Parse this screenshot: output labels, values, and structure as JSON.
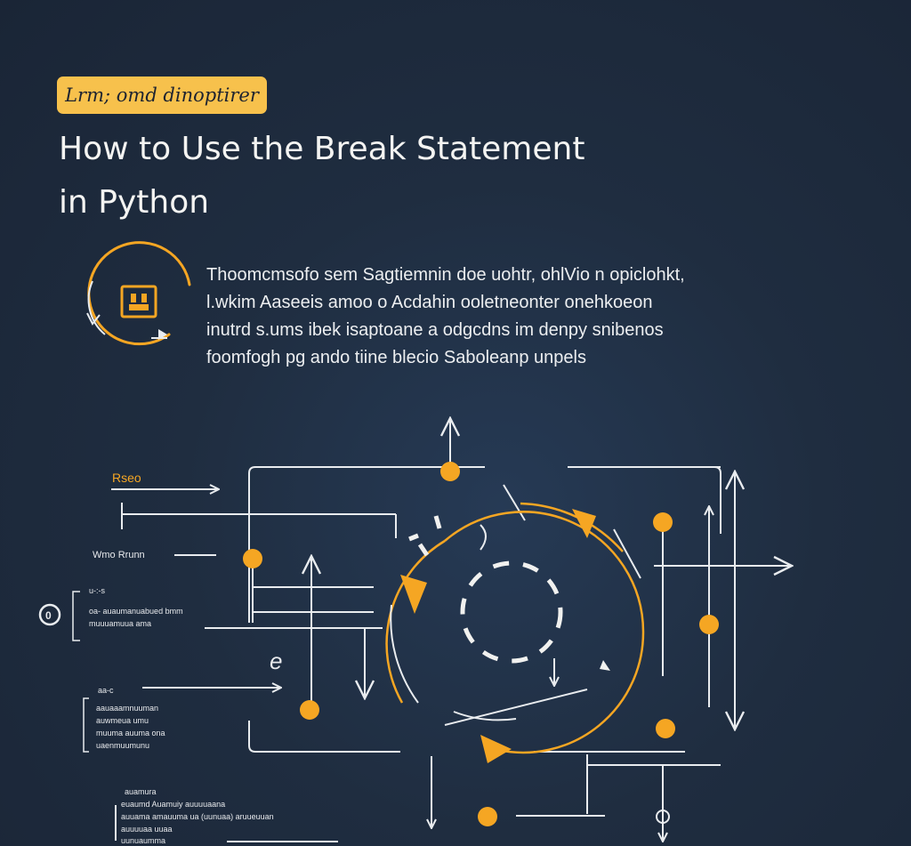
{
  "tag": "Lrm; omd dinoptirer",
  "title": {
    "line1": "How to Use the Break Statement",
    "line2": "in Python"
  },
  "blurb": [
    "Thoomcmsofo sem Sagtiemnin doe uohtr, ohlVio n opiclohkt,",
    "l.wkim Aaseeis amoo o Acdahin ooletneonter onehkoeon",
    "inutrd s.ums ibek isaptoane a odgcdns im denpy snibenos",
    "foomfogh pg ando tiine blecio Saboleanp unpels"
  ],
  "diagram": {
    "label_top": "Rseo",
    "label_middle": "Wmo Rrunn",
    "label_circle": "0",
    "label_small": "e",
    "code_a": [
      "u-:-s",
      "oa- auaumanuabued bmm",
      "muuuamuua ama"
    ],
    "code_b": [
      "aa-c",
      "aauaaamnuuman",
      "auwmeua umu",
      "muuma auuma ona",
      "uaenmuumunu"
    ],
    "code_c": [
      "auamura",
      "euaumd Auamuiy auuuuaana",
      "auuama amauuma ua (uunuaa) aruueuuan",
      "auuuuaa uuaa",
      "uunuaumma"
    ]
  },
  "colors": {
    "background": "#1f2c3e",
    "accent": "#f5a623",
    "tag": "#f7c14c",
    "line": "#e9ecef"
  },
  "icons": [
    "loop-icon",
    "break-icon",
    "cycle-arrows-icon"
  ]
}
